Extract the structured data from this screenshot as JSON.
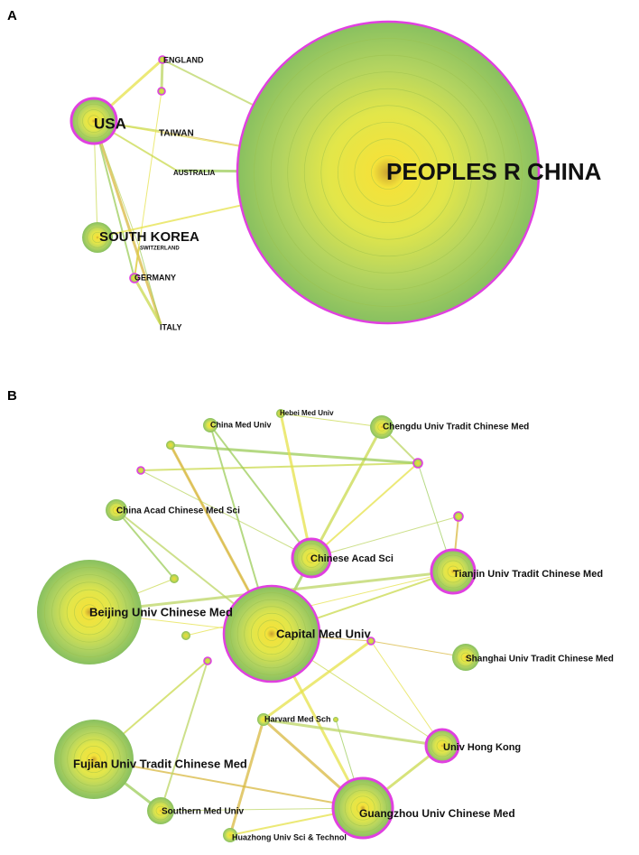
{
  "panels": [
    {
      "letter": "A",
      "nodes": [
        {
          "id": "china",
          "label": "PEOPLES R CHINA",
          "ring_color": "#e040e0"
        },
        {
          "id": "usa",
          "label": "USA",
          "ring_color": "#e040e0"
        },
        {
          "id": "south_korea",
          "label": "SOUTH KOREA"
        },
        {
          "id": "england",
          "label": "ENGLAND",
          "ring_color": "#e040e0"
        },
        {
          "id": "taiwan",
          "label": "TAIWAN"
        },
        {
          "id": "australia",
          "label": "AUSTRALIA"
        },
        {
          "id": "switzerland",
          "label": "SWITZERLAND"
        },
        {
          "id": "germany",
          "label": "GERMANY",
          "ring_color": "#e040e0"
        },
        {
          "id": "italy",
          "label": "ITALY"
        },
        {
          "id": "small_pink",
          "label": "",
          "ring_color": "#e040e0"
        }
      ],
      "links": [
        [
          "usa",
          "china"
        ],
        [
          "usa",
          "taiwan"
        ],
        [
          "australia",
          "china"
        ],
        [
          "taiwan",
          "china"
        ],
        [
          "england",
          "china"
        ],
        [
          "usa",
          "england"
        ],
        [
          "usa",
          "south_korea"
        ],
        [
          "usa",
          "germany"
        ],
        [
          "usa",
          "italy"
        ],
        [
          "usa",
          "switzerland"
        ],
        [
          "south_korea",
          "china"
        ],
        [
          "germany",
          "italy"
        ],
        [
          "switzerland",
          "italy"
        ],
        [
          "germany",
          "switzerland"
        ],
        [
          "england",
          "small_pink"
        ],
        [
          "small_pink",
          "germany"
        ],
        [
          "usa",
          "australia"
        ]
      ]
    },
    {
      "letter": "B",
      "nodes": [
        {
          "id": "capital",
          "label": "Capital Med Univ",
          "ring_color": "#e040e0"
        },
        {
          "id": "beijing",
          "label": "Beijing Univ Chinese Med"
        },
        {
          "id": "fujian",
          "label": "Fujian Univ Tradit Chinese Med"
        },
        {
          "id": "guangzhou",
          "label": "Guangzhou Univ Chinese Med",
          "ring_color": "#e040e0"
        },
        {
          "id": "tianjin",
          "label": "Tianjin Univ Tradit Chinese Med",
          "ring_color": "#e040e0"
        },
        {
          "id": "acadsci",
          "label": "Chinese Acad Sci",
          "ring_color": "#e040e0"
        },
        {
          "id": "hongkong",
          "label": "Univ Hong Kong",
          "ring_color": "#e040e0"
        },
        {
          "id": "shanghai",
          "label": "Shanghai Univ Tradit Chinese Med"
        },
        {
          "id": "chengdu",
          "label": "Chengdu Univ Tradit Chinese Med"
        },
        {
          "id": "chinaacad",
          "label": "China Acad Chinese Med Sci"
        },
        {
          "id": "chinamed",
          "label": "China Med Univ"
        },
        {
          "id": "hebei",
          "label": "Hebei Med Univ"
        },
        {
          "id": "southern",
          "label": "Southern Med Univ"
        },
        {
          "id": "harvard",
          "label": "Harvard Med Sch"
        },
        {
          "id": "huazhong",
          "label": "Huazhong Univ Sci & Technol"
        },
        {
          "id": "p1",
          "label": "",
          "ring_color": "#e040e0"
        },
        {
          "id": "p2",
          "label": "",
          "ring_color": "#e040e0"
        },
        {
          "id": "p3",
          "label": "",
          "ring_color": "#e040e0"
        },
        {
          "id": "p4",
          "label": "",
          "ring_color": "#e040e0"
        },
        {
          "id": "p5",
          "label": "",
          "ring_color": "#e040e0"
        },
        {
          "id": "g1",
          "label": ""
        },
        {
          "id": "g2",
          "label": ""
        },
        {
          "id": "g3",
          "label": ""
        },
        {
          "id": "g4",
          "label": ""
        }
      ],
      "links": [
        [
          "capital",
          "beijing"
        ],
        [
          "capital",
          "tianjin"
        ],
        [
          "capital",
          "acadsci"
        ],
        [
          "capital",
          "p4"
        ],
        [
          "capital",
          "chinaacad"
        ],
        [
          "capital",
          "guangzhou"
        ],
        [
          "capital",
          "hongkong"
        ],
        [
          "capital",
          "chinamed"
        ],
        [
          "capital",
          "g1"
        ],
        [
          "acadsci",
          "p1"
        ],
        [
          "acadsci",
          "p2"
        ],
        [
          "acadsci",
          "chengdu"
        ],
        [
          "tianjin",
          "p2"
        ],
        [
          "tianjin",
          "p3"
        ],
        [
          "tianjin",
          "beijing"
        ],
        [
          "tianjin",
          "g4"
        ],
        [
          "p1",
          "p2"
        ],
        [
          "g1",
          "p2"
        ],
        [
          "g1",
          "capital"
        ],
        [
          "chengdu",
          "p2"
        ],
        [
          "hebei",
          "acadsci"
        ],
        [
          "hebei",
          "chengdu"
        ],
        [
          "chinamed",
          "acadsci"
        ],
        [
          "guangzhou",
          "harvard"
        ],
        [
          "guangzhou",
          "southern"
        ],
        [
          "guangzhou",
          "huazhong"
        ],
        [
          "guangzhou",
          "hongkong"
        ],
        [
          "guangzhou",
          "g3"
        ],
        [
          "guangzhou",
          "fujian"
        ],
        [
          "hongkong",
          "harvard"
        ],
        [
          "hongkong",
          "p4"
        ],
        [
          "fujian",
          "p5"
        ],
        [
          "fujian",
          "southern"
        ],
        [
          "shanghai",
          "p4"
        ],
        [
          "southern",
          "p5"
        ],
        [
          "harvard",
          "p4"
        ],
        [
          "beijing",
          "g2"
        ],
        [
          "chinaacad",
          "g2"
        ],
        [
          "huazhong",
          "harvard"
        ],
        [
          "p3",
          "acadsci"
        ]
      ]
    }
  ]
}
